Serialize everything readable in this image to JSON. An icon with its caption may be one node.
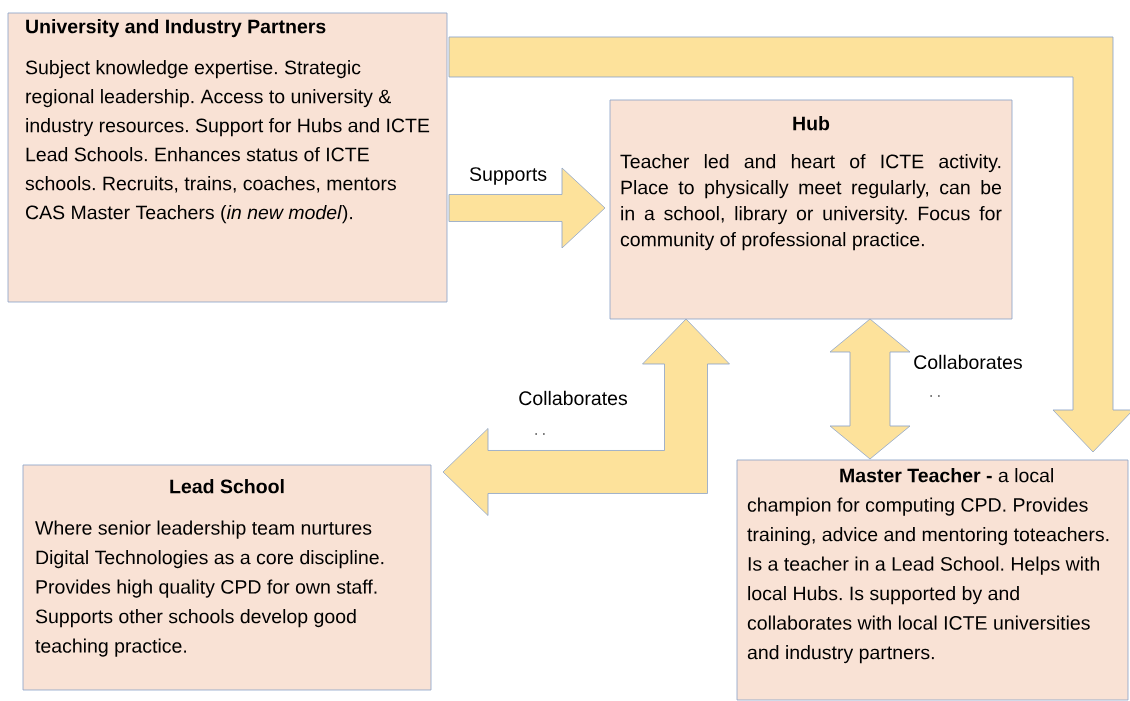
{
  "diagram": {
    "nodes": [
      {
        "text": [
          "University and Industry Partners",
          "Subject knowledge expertise. Strategic regional leadership. Access to university & industry resources. Support for Hubs and ICTE Lead Schools. Enhances status of ICTE schools. Recruits, trains, coaches, mentors CAS Master Teachers (*in new model*)."
        ]
      },
      {
        "text": [
          "Hub",
          "Teacher led and heart of ICTE activity. Place to physically meet regularly, can be in a school, library or university. Focus for community of professional practice."
        ]
      },
      {
        "text": [
          "Lead School",
          "Where senior leadership team nurtures Digital Technologies as a core discipline. Provides high quality CPD for own staff. Supports other schools develop good teaching practice."
        ]
      },
      {
        "text": [
          "**Master Teacher -** a local champion for computing CPD. Provides training, advice and mentoring toteachers. Is a teacher in a Lead School. Helps with local Hubs. Is supported by and collaborates with local ICTE universities and industry partners."
        ]
      }
    ],
    "edges": [
      {
        "from": 0,
        "to": 1,
        "arrow": "to",
        "label": "Supports"
      },
      {
        "from": 0,
        "to": 3,
        "arrow": "to"
      },
      {
        "from": 1,
        "to": 2,
        "arrow": "both",
        "label": "Collaborates"
      },
      {
        "from": 1,
        "to": 3,
        "arrow": "both",
        "label": "Collaborates"
      }
    ],
    "labels": [
      ". .",
      ". ."
    ]
  }
}
